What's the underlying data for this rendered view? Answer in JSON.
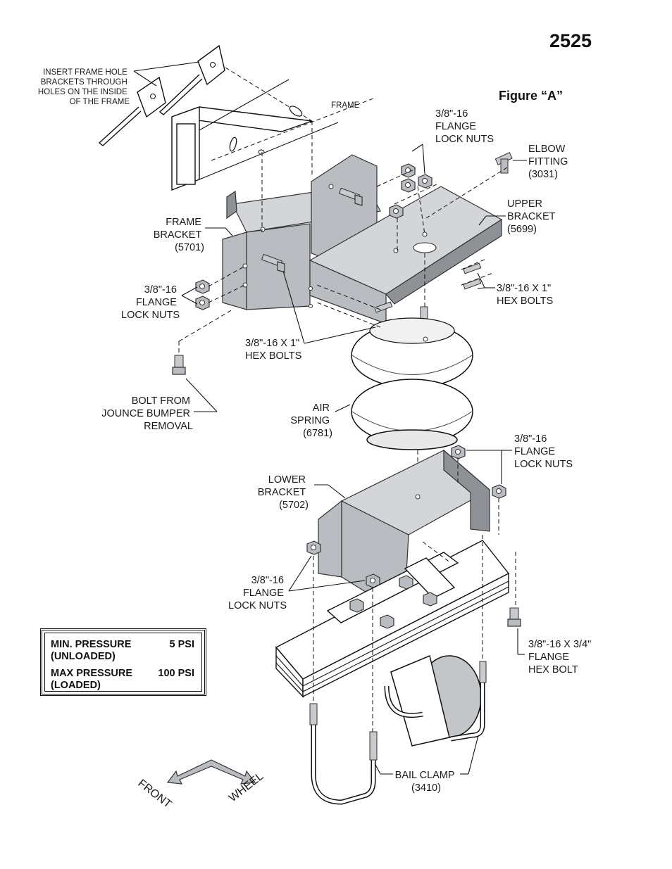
{
  "header": {
    "part_number": "2525",
    "figure_title": "Figure “A”"
  },
  "labels": {
    "insert_frame": [
      "INSERT FRAME HOLE",
      "BRACKETS THROUGH",
      "HOLES ON THE INSIDE",
      "OF THE FRAME"
    ],
    "frame": "FRAME",
    "top_lock_nuts": [
      "3/8\"-16",
      "FLANGE",
      "LOCK NUTS"
    ],
    "elbow_fitting": [
      "ELBOW",
      "FITTING",
      "(3031)"
    ],
    "upper_bracket": [
      "UPPER",
      "BRACKET",
      "(5699)"
    ],
    "frame_bracket": [
      "FRAME",
      "BRACKET",
      "(5701)"
    ],
    "right_hex_bolts": [
      "3/8\"-16 X 1\"",
      "HEX BOLTS"
    ],
    "left_lock_nuts": [
      "3/8\"-16",
      "FLANGE",
      "LOCK NUTS"
    ],
    "center_hex_bolts": [
      "3/8\"-16 X 1\"",
      "HEX BOLTS"
    ],
    "jounce_bolt": [
      "BOLT FROM",
      "JOUNCE BUMPER",
      "REMOVAL"
    ],
    "air_spring": [
      "AIR",
      "SPRING",
      "(6781)"
    ],
    "lower_right_lock_nuts": [
      "3/8\"-16",
      "FLANGE",
      "LOCK NUTS"
    ],
    "lower_bracket": [
      "LOWER",
      "BRACKET",
      "(5702)"
    ],
    "lower_left_lock_nuts": [
      "3/8\"-16",
      "FLANGE",
      "LOCK NUTS"
    ],
    "flange_hex_bolt": [
      "3/8\"-16 X 3/4\"",
      "FLANGE",
      "HEX BOLT"
    ],
    "bail_clamp": [
      "BAIL CLAMP",
      "(3410)"
    ],
    "direction_front": "FRONT",
    "direction_wheel": "WHEEL"
  },
  "pressure": {
    "min_label": [
      "MIN. PRESSURE",
      "(UNLOADED)"
    ],
    "min_value": "5 PSI",
    "max_label": [
      "MAX PRESSURE",
      "(LOADED)"
    ],
    "max_value": "100 PSI"
  }
}
